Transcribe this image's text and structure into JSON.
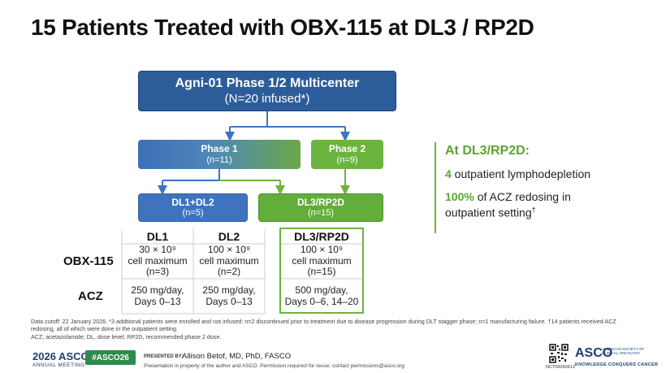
{
  "title": "15 Patients Treated with OBX-115 at DL3 / RP2D",
  "flow": {
    "top": {
      "line1": "Agni-01 Phase 1/2 Multicenter",
      "line2": "(N=20 infused*)"
    },
    "phase1": {
      "line1": "Phase 1",
      "line2": "(n=11)"
    },
    "phase2": {
      "line1": "Phase 2",
      "line2": "(n=9)"
    },
    "dl12": {
      "line1": "DL1+DL2",
      "line2": "(n=5)"
    },
    "dl3": {
      "line1": "DL3/RP2D",
      "line2": "(n=15)"
    }
  },
  "table": {
    "headers": [
      "DL1",
      "DL2",
      "DL3/RP2D"
    ],
    "rows": [
      {
        "label": "OBX-115",
        "cells": [
          [
            "30 × 10⁹",
            "cell maximum",
            "(n=3)"
          ],
          [
            "100 × 10⁹",
            "cell maximum",
            "(n=2)"
          ],
          [
            "100 × 10⁹",
            "cell maximum",
            "(n=15)"
          ]
        ]
      },
      {
        "label": "ACZ",
        "cells": [
          [
            "250 mg/day,",
            "Days 0–13"
          ],
          [
            "250 mg/day,",
            "Days 0–13"
          ],
          [
            "500 mg/day,",
            "Days 0–6, 14–20"
          ]
        ]
      }
    ]
  },
  "side": {
    "title": "At DL3/RP2D:",
    "item1_highlight": "4",
    "item1_text": " outpatient lymphodepletion",
    "item2_highlight": "100%",
    "item2_text": " of ACZ redosing in",
    "item2_line2": "outpatient setting",
    "item2_sup": "†"
  },
  "footnote": {
    "line1": "Data cutoff: 22 January 2026. *3 additional patients were enrolled and not infused: n=2 discontinued prior to treatment due to disease progression during DLT stagger phase; n=1 manufacturing failure. †14 patients received ACZ redosing, all of which were done in the outpatient setting.",
    "line2": "ACZ, acetazolamide; DL, dose level; RP2D, recommended phase 2 dose."
  },
  "footer": {
    "meeting_year": "2026 ASCO",
    "meeting_sub": "ANNUAL MEETING",
    "hashtag": "#ASCO26",
    "presented_by": "PRESENTED BY:",
    "presenter": "Allison Betof, MD, PhD, FASCO",
    "permission": "Presentation is property of the author and ASCO. Permission required for reuse; contact permissions@asco.org",
    "nct": "NCT06060613",
    "asco_logo": "ASCO",
    "asco_logo_sub": [
      "AMERICAN SOCIETY OF",
      "CLINICAL ONCOLOGY"
    ],
    "asco_tagline": "KNOWLEDGE CONQUERS CANCER"
  },
  "colors": {
    "navy": "#2d5c9a",
    "blue": "#3f73bf",
    "green": "#6db33f",
    "arrow_blue": "#3f73bf",
    "arrow_green": "#6db33f"
  }
}
